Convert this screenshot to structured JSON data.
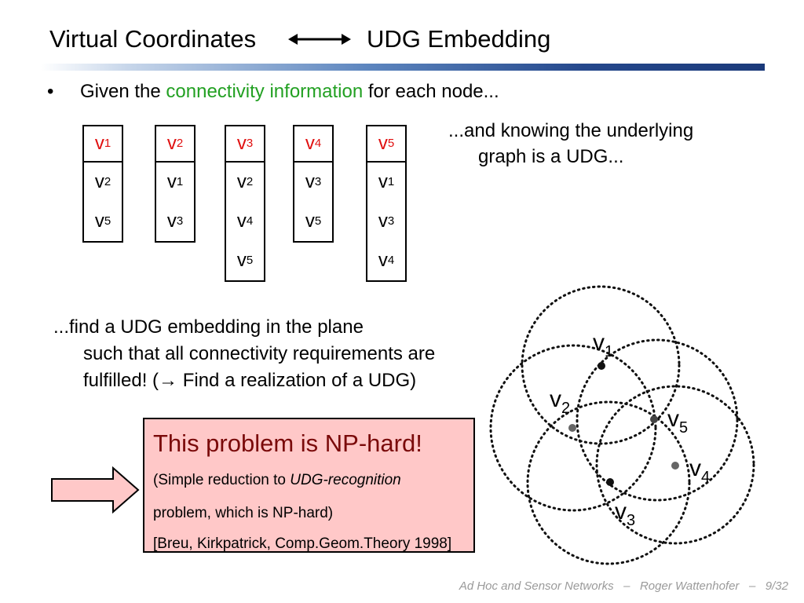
{
  "title": {
    "left": "Virtual Coordinates",
    "right": "UDG Embedding"
  },
  "bullet_symbol": "•",
  "given": {
    "before": "Given the",
    "highlight": "connectivity information",
    "after": "for each node..."
  },
  "knowing": {
    "line1": "...and knowing the underlying",
    "line2": "graph is a UDG..."
  },
  "node_lists": [
    {
      "head": {
        "base": "v",
        "sub": "1"
      },
      "neighbors": [
        {
          "base": "v",
          "sub": "2"
        },
        {
          "base": "v",
          "sub": "5"
        }
      ]
    },
    {
      "head": {
        "base": "v",
        "sub": "2"
      },
      "neighbors": [
        {
          "base": "v",
          "sub": "1"
        },
        {
          "base": "v",
          "sub": "3"
        }
      ]
    },
    {
      "head": {
        "base": "v",
        "sub": "3"
      },
      "neighbors": [
        {
          "base": "v",
          "sub": "2"
        },
        {
          "base": "v",
          "sub": "4"
        },
        {
          "base": "v",
          "sub": "5"
        }
      ]
    },
    {
      "head": {
        "base": "v",
        "sub": "4"
      },
      "neighbors": [
        {
          "base": "v",
          "sub": "3"
        },
        {
          "base": "v",
          "sub": "5"
        }
      ]
    },
    {
      "head": {
        "base": "v",
        "sub": "5"
      },
      "neighbors": [
        {
          "base": "v",
          "sub": "1"
        },
        {
          "base": "v",
          "sub": "3"
        },
        {
          "base": "v",
          "sub": "4"
        }
      ]
    }
  ],
  "find": {
    "line1": "...find a UDG embedding in the plane",
    "line2": "such that all connectivity requirements are",
    "line3_before": "fulfilled! (",
    "line3_arrow": "→",
    "line3_after": " Find a realization of a UDG)"
  },
  "np_box": {
    "headline": "This problem is NP-hard!",
    "note_before": "(Simple reduction to ",
    "note_italic": "UDG-recognition",
    "note_line2": "problem, which is NP-hard)",
    "citation": "[Breu, Kirkpatrick, Comp.Geom.Theory 1998]"
  },
  "udg_labels": {
    "v1": {
      "base": "v",
      "sub": "1"
    },
    "v2": {
      "base": "v",
      "sub": "2"
    },
    "v3": {
      "base": "v",
      "sub": "3"
    },
    "v4": {
      "base": "v",
      "sub": "4"
    },
    "v5": {
      "base": "v",
      "sub": "5"
    }
  },
  "footer": {
    "course": "Ad Hoc and Sensor Networks",
    "sep1": "–",
    "author": "Roger Wattenhofer",
    "sep2": "–",
    "page": "9/32"
  },
  "colors": {
    "highlight_green": "#22a022",
    "head_red": "#e01010",
    "box_pink": "#ffc8c8",
    "headline_darkred": "#7a0a0a",
    "footer_gray": "#9a9a9a"
  }
}
